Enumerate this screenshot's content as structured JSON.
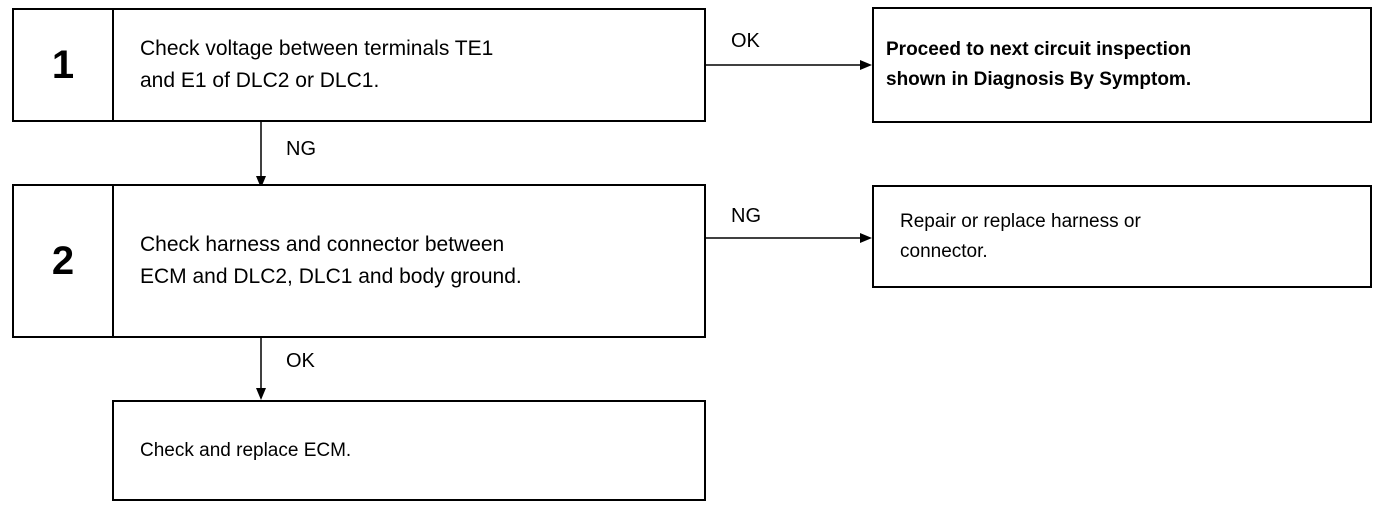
{
  "steps": [
    {
      "number": "1",
      "text": "Check voltage between terminals TE1\nand E1 of DLC2 or DLC1."
    },
    {
      "number": "2",
      "text": "Check harness and connector between\nECM and DLC2, DLC1 and body ground."
    }
  ],
  "outcomes": {
    "proceed": "Proceed to next circuit inspection\nshown in Diagnosis By Symptom.",
    "repair": "Repair or replace harness or\nconnector.",
    "replace_ecm": "Check and replace ECM."
  },
  "labels": {
    "step1_right": "OK",
    "step1_down": "NG",
    "step2_right": "NG",
    "step2_down": "OK"
  }
}
